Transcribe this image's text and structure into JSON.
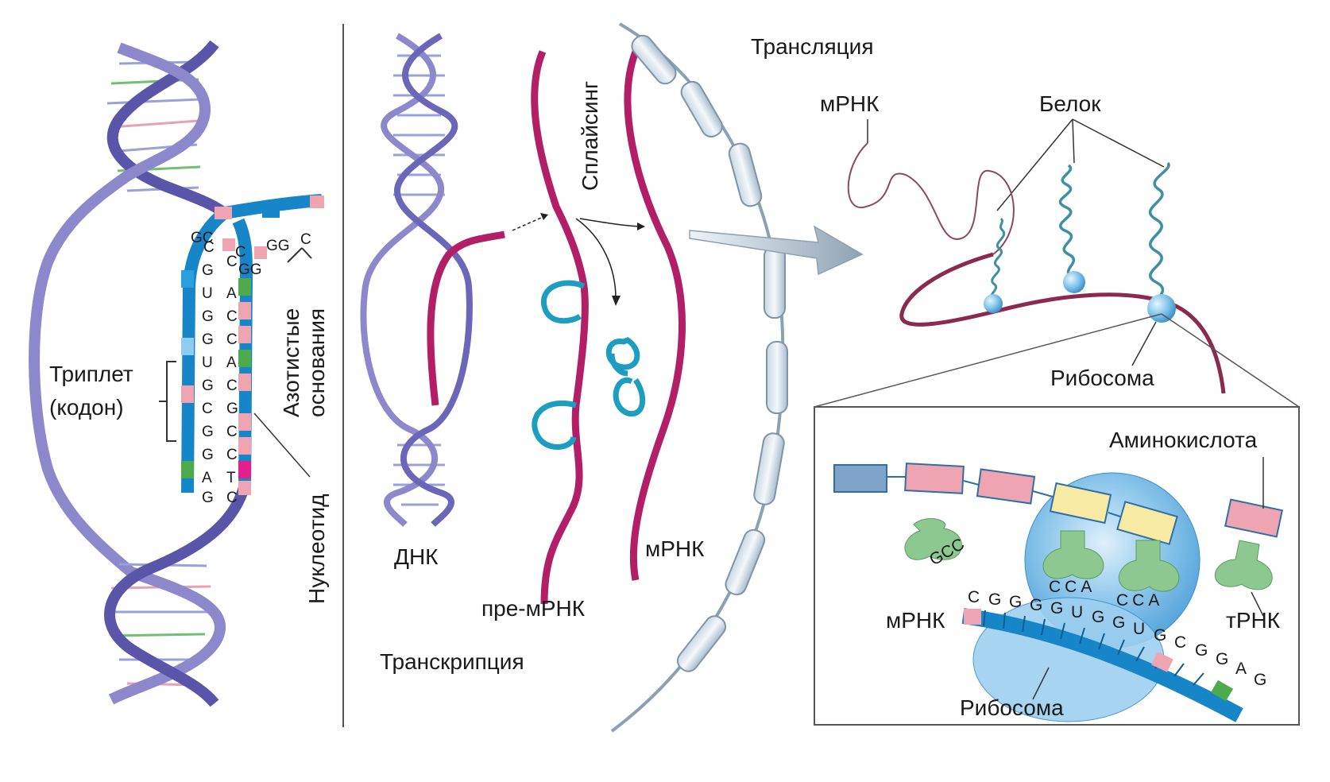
{
  "colors": {
    "dna": "#8d88cc",
    "dna_dark": "#5a55a8",
    "rna": "#b21f66",
    "intron": "#1d9dc0",
    "mrna_blue": "#1786c9",
    "pink": "#eea4b1",
    "green": "#4daa4d",
    "ribosome": "#7ab7e6",
    "trna": "#8cc88f",
    "yellow": "#f7eba3"
  },
  "left_panel": {
    "triplet_label": "Триплет",
    "codon_label": "(кодон)",
    "bases_label_1": "Азотистые",
    "bases_label_2": "основания",
    "nucleotide_label": "Нуклеотид",
    "top_bases_left": "GC",
    "top_bases_mid_1": "C",
    "top_bases_mid_2": "GG",
    "top_bases_right_1": "GG",
    "top_bases_right_2": "C",
    "left_strand": [
      "C",
      "G",
      "U",
      "G",
      "G",
      "U",
      "G",
      "C",
      "G",
      "G",
      "A",
      "G"
    ],
    "right_strand": [
      "C",
      "A",
      "C",
      "C",
      "A",
      "C",
      "G",
      "C",
      "C",
      "T",
      "C"
    ]
  },
  "middle_panel": {
    "dna_label": "ДНК",
    "splicing_label": "Сплайсинг",
    "pre_mrna_label": "пре-мРНК",
    "mrna_label": "мРНК",
    "transcription_label": "Транскрипция"
  },
  "right_panel": {
    "translation_label": "Трансляция",
    "mrna_label": "мРНК",
    "protein_label": "Белок",
    "ribosome_label": "Рибосома"
  },
  "inset": {
    "amino_acid_label": "Аминокислота",
    "mrna_label": "мРНК",
    "trna_label": "тРНК",
    "ribosome_label": "Рибосома",
    "anticodon_left": "GCC",
    "anticodon_mid1": "CCA",
    "anticodon_mid2": "CCA",
    "codon_seq": [
      "C",
      "G",
      "G",
      "G",
      "G",
      "U",
      "G",
      "G",
      "U",
      "G",
      "C",
      "G",
      "G",
      "A",
      "G"
    ]
  }
}
